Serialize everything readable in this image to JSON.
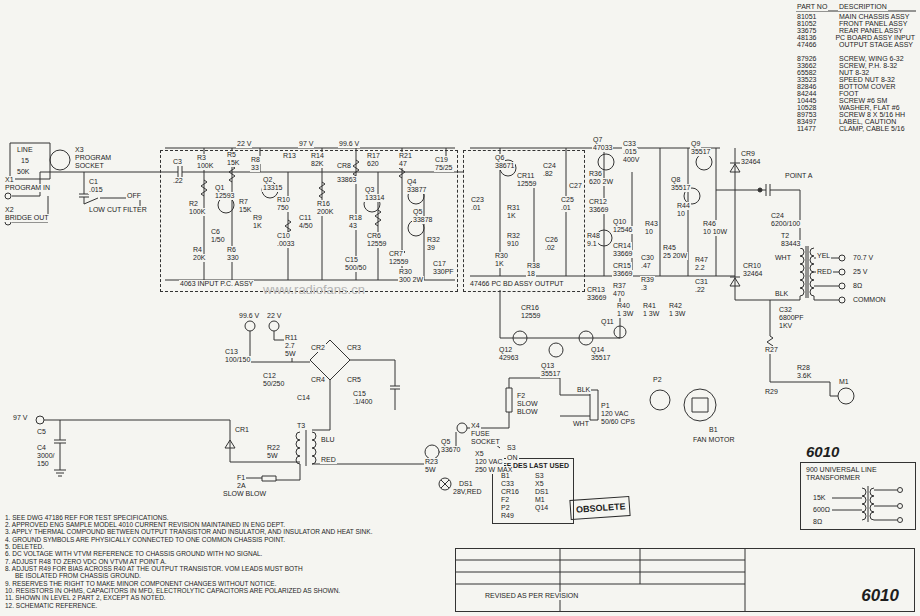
{
  "diagram": {
    "nodes": [
      {
        "text": [
          "4063 INPUT P.C. ASSY"
        ]
      },
      {
        "text": [
          "47466 PC BD ASSY OUTPUT"
        ]
      },
      {
        "text": [
          "6010",
          "900 UNIVERSAL LINE TRANSFORMER"
        ]
      },
      {
        "text": [
          "REF DES LAST USED"
        ]
      },
      {
        "text": [
          "OBSOLETE"
        ]
      },
      {
        "text": [
          "6010"
        ]
      }
    ],
    "edges": [
      {
        "from": 0,
        "to": 1,
        "arrow": "none"
      }
    ],
    "labels": [
      "LINE",
      "15",
      "50K",
      "X3",
      "PROGRAM",
      "SOCKET",
      "X1",
      "PROGRAM IN",
      "C1",
      ".015",
      "OFF",
      "LOW CUT FILTER",
      "X2",
      "BRIDGE OUT",
      "22 V",
      "C3",
      ".22",
      "R3",
      "100K",
      "R5",
      "15K",
      "R8",
      "33",
      "Q2",
      "13315",
      "Q1",
      "12593",
      "R2",
      "100K",
      "R7",
      "15K",
      "R9",
      "1K",
      "R10",
      "750",
      "C11",
      "4/50",
      "C10",
      ".0033",
      "C6",
      "1/50",
      "R4",
      "20K",
      "R6",
      "330",
      "97 V",
      "R13",
      "R14",
      "82K",
      "R16",
      "200K",
      "CR8",
      "33863",
      "99.6 V",
      "R17",
      "620",
      "Q3",
      "13314",
      "R18",
      "43",
      "R21",
      "47",
      "Q4",
      "33877",
      "C19",
      "75/25",
      "Q5",
      "33878",
      "CR6",
      "12559",
      "CR7",
      "12559",
      "C15",
      "500/50",
      "R32",
      "39",
      "R30",
      "300 2W",
      "C17",
      "330PF",
      "Q6",
      "38671",
      "CR11",
      "12559",
      "C23",
      ".01",
      "R31",
      "1K",
      "R32",
      "910",
      "C25",
      ".01",
      "R30",
      "1K",
      "C26",
      ".02",
      "R38",
      "18",
      "C24",
      ".82",
      "C27",
      "Q7",
      "47033",
      "C33",
      ".015",
      "400V",
      "Q9",
      "35517",
      "Q8",
      "35517",
      "R36",
      "620 2W",
      "CR12",
      "33669",
      "Q10",
      "12546",
      "R44",
      "10",
      "R43",
      "10",
      "R46",
      "10 10W",
      "R48",
      "9.1",
      "CR14",
      "33669",
      "CR15",
      "33669",
      "R37",
      "470",
      "C30",
      ".47",
      "R45",
      "25 20W",
      "R47",
      "2.2",
      "R39",
      ".3",
      "C31",
      ".22",
      "CR13",
      "33669",
      "R40",
      "1 3W",
      "R41",
      "1 3W",
      "R42",
      "1 3W",
      "CR9",
      "32464",
      "POINT A",
      "C24",
      "6200/100",
      "CR10",
      "32464",
      "T2",
      "83443",
      "WHT",
      "YEL",
      "RED",
      "BLK",
      "70.7 V",
      "25 V",
      "8Ω",
      "COMMON",
      "C32",
      "6800PF",
      "1KV",
      "CR16",
      "12559",
      "Q11",
      "Q12",
      "42963",
      "Q13",
      "35517",
      "Q14",
      "35517",
      "R27",
      "R28",
      "3.6K",
      "R29",
      "M1",
      "P2",
      "B1",
      "FAN MOTOR",
      "P1",
      "120 VAC",
      "50/60 CPS",
      "BLK",
      "WHT",
      "F2",
      "SLOW",
      "BLOW",
      "X4",
      "FUSE",
      "SOCKET",
      "Q5",
      "33670",
      "S3",
      "ON",
      "X5",
      "120 VAC",
      "250 W MAX",
      "R23",
      "5W",
      "DS1",
      "28V,RED",
      "99.6 V",
      "22 V",
      "R11",
      "2.7",
      "5W",
      "C13",
      "100/150",
      "C12",
      "50/250",
      "CR2",
      "CR3",
      "CR4",
      "CR5",
      "C14",
      "C15",
      ".1/400",
      "97 V",
      "C5",
      "C4",
      "3000/",
      "150",
      "CR1",
      "T3",
      "BLU",
      "RED",
      "R22",
      "5W",
      "F1",
      "2A",
      "SLOW BLOW",
      "www.radiofans.cn",
      "PART NO",
      "DESCRIPTION",
      "81051",
      "MAIN CHASSIS ASSY",
      "81052",
      "FRONT PANEL ASSY",
      "33675",
      "REAR PANEL ASSY",
      "48136",
      "PC BOARD ASSY INPUT",
      "47466",
      "OUTPUT STAGE ASSY",
      "87926",
      "SCREW, WING 6-32",
      "33662",
      "SCREW, P.H. 8-32",
      "65582",
      "NUT 8-32",
      "33523",
      "SPEED NUT 8-32",
      "82846",
      "BOTTOM COVER",
      "84244",
      "FOOT",
      "10445",
      "SCREW #6 SM",
      "10528",
      "WASHER, FLAT #6",
      "89753",
      "SCREW 8 X 5/16 HH",
      "83497",
      "LABEL, CAUTION",
      "11477",
      "CLAMP, CABLE 5/16",
      "B1",
      "S3",
      "C33",
      "X5",
      "CR16",
      "DS1",
      "F2",
      "M1",
      "P2",
      "Q14",
      "R49",
      "15K",
      "600Ω",
      "8Ω",
      "1. SEE DWG 47186 REF FOR TEST SPECIFICATIONS.",
      "2. APPROVED ENG SAMPLE MODEL 4010 CURRENT REVISION MAINTAINED IN ENG DEPT.",
      "3. APPLY THERMAL COMPOUND BETWEEN OUTPUT TRANSISTOR AND INSULATOR, AND INSULATOR AND HEAT SINK.",
      "4. GROUND SYMBOLS ARE PHYSICALLY CONNECTED TO ONE COMMON CHASSIS POINT.",
      "5. DELETED.",
      "6. DC VOLTAGE WITH VTVM REFERENCE TO CHASSIS GROUND WITH NO SIGNAL.",
      "7. ADJUST R48 TO ZERO VDC ON VTVM AT POINT A.",
      "8. ADJUST R49 FOR BIAS ACROSS R40 AT THE OUTPUT TRANSISTOR. VOM LEADS MUST BOTH",
      "BE ISOLATED FROM CHASSIS GROUND.",
      "9. RESERVES THE RIGHT TO MAKE MINOR COMPONENT CHANGES WITHOUT NOTICE.",
      "10. RESISTORS IN OHMS, CAPACITORS IN MFD, ELECTROLYTIC CAPACITORS ARE POLARIZED AS SHOWN.",
      "11. SHOWN IN LEVEL 2 PART 2, EXCEPT AS NOTED.",
      "12. SCHEMATIC REFERENCE.",
      "REVISED AS PER REVISION"
    ]
  }
}
